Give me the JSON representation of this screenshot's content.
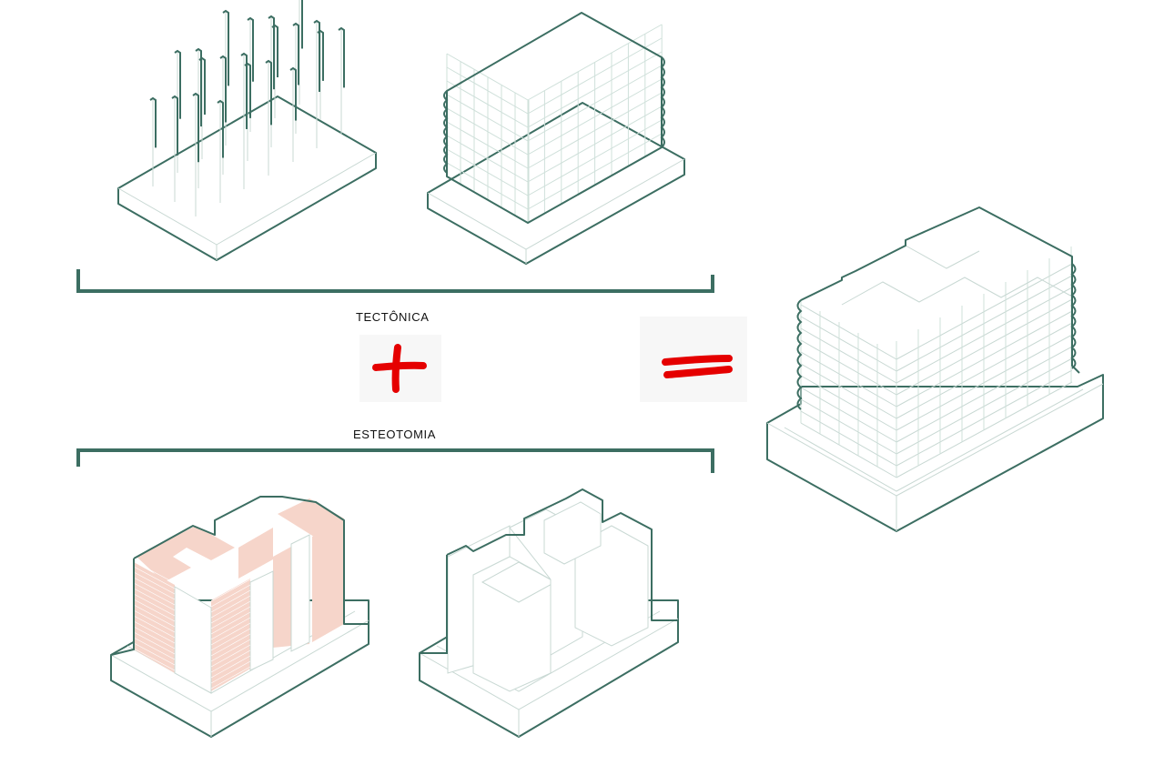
{
  "labels": {
    "tectonica": "TECTÔNICA",
    "esteotomia": "ESTEOTOMIA"
  },
  "symbols": {
    "plus": "plus-sign",
    "equals": "equals-sign"
  },
  "colors": {
    "outline": "#3c6e62",
    "thin_line": "#c8d8d3",
    "grid_line": "#cfe0da",
    "mass_fill": "#f6d5ca",
    "symbol_red": "#e50000",
    "label_text": "#111111"
  }
}
